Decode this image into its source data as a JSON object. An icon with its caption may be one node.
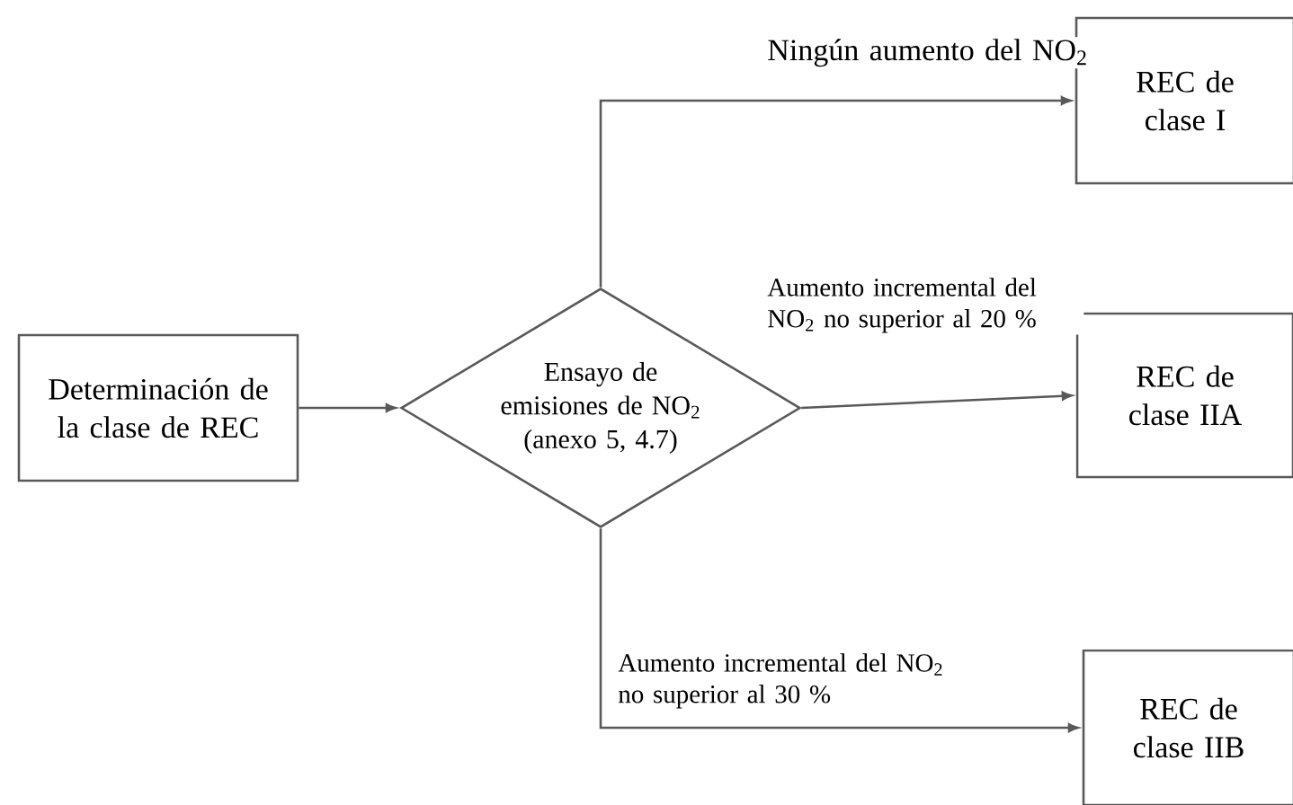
{
  "diagram": {
    "nodes": [
      {
        "text": [
          "Determinación de la clase de REC"
        ]
      },
      {
        "text": [
          "Ensayo de emisiones de NO$_{2}$ (anexo 5, 4.7)"
        ]
      },
      {
        "text": [
          "REC de clase I"
        ]
      },
      {
        "text": [
          "REC de clase IIA"
        ]
      },
      {
        "text": [
          "REC de clase IIB"
        ]
      }
    ],
    "edges": [
      {
        "from": 0,
        "to": 1,
        "arrow": "to"
      },
      {
        "from": 1,
        "to": 2,
        "arrow": "to",
        "label": "Ningún aumento del NO$_{2}$"
      },
      {
        "from": 1,
        "to": 3,
        "arrow": "to",
        "label": "Aumento incremental del NO$_{2}$ no superior al 20 %"
      },
      {
        "from": 1,
        "to": 4,
        "arrow": "to",
        "label": "Aumento incremental del NO$_{2}$ no superior al 30 %"
      }
    ]
  }
}
